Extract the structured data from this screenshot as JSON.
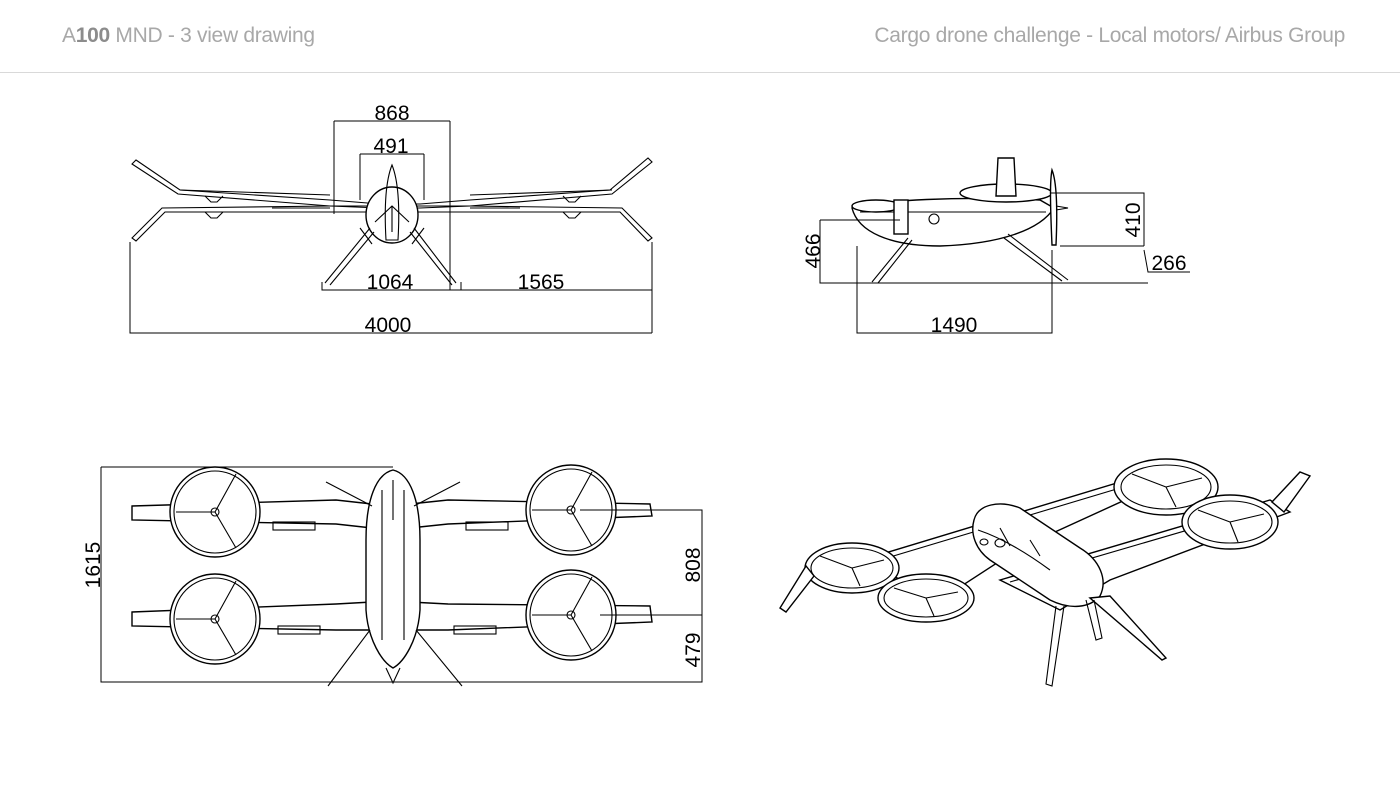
{
  "header": {
    "title_prefix": "A",
    "title_bold": "100",
    "title_rest": " MND - 3 view drawing",
    "subtitle": "Cargo drone challenge - Local motors/ Airbus Group"
  },
  "front_view": {
    "dim_nacelle_outer": "868",
    "dim_nacelle_inner": "491",
    "dim_leg_span": "1064",
    "dim_half_span": "1565",
    "dim_total_span": "4000"
  },
  "side_view": {
    "dim_height": "466",
    "dim_rotor_height": "410",
    "dim_ground_clearance": "266",
    "dim_length": "1490"
  },
  "top_view": {
    "dim_total_width": "1615",
    "dim_rotor_spacing": "808",
    "dim_tail_offset": "479"
  },
  "colors": {
    "header_text": "#a8a8a8",
    "line": "#000000",
    "divider": "#d9d9d9"
  }
}
